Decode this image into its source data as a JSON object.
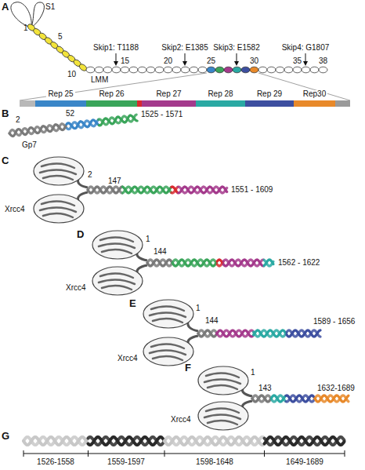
{
  "diagram": {
    "nodes": [
      {
        "text": [
          "Rep 25"
        ]
      },
      {
        "text": [
          "Rep 26"
        ]
      },
      {
        "text": [
          "Rep 27"
        ]
      },
      {
        "text": [
          "Rep 28"
        ]
      },
      {
        "text": [
          "Rep 29"
        ]
      },
      {
        "text": [
          "Rep30"
        ]
      }
    ],
    "labels": [
      "A",
      "S1",
      "1",
      "5",
      "10",
      "LMM",
      "15",
      "20",
      "25",
      "30",
      "35",
      "38",
      "Skip1: T1188",
      "Skip2: E1385",
      "Skip3: E1582",
      "Skip4: G1807",
      "B",
      "Gp7",
      "2",
      "52",
      "1525 - 1571",
      "C",
      "2",
      "147",
      "Xrcc4",
      "1551 - 1609",
      "D",
      "1",
      "144",
      "Xrcc4",
      "1562 - 1622",
      "E",
      "1",
      "144",
      "Xrcc4",
      "1589 - 1656",
      "F",
      "1",
      "143",
      "Xrcc4",
      "1632-1689",
      "G",
      "1526-1558",
      "1559-1597",
      "1598-1648",
      "1649-1689"
    ]
  }
}
